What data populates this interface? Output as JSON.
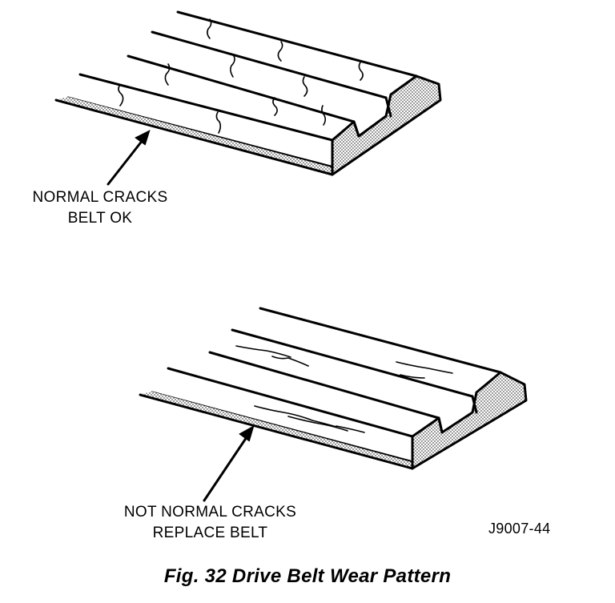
{
  "figure": {
    "top_label_line1": "NORMAL CRACKS",
    "top_label_line2": "BELT OK",
    "bottom_label_line1": "NOT NORMAL CRACKS",
    "bottom_label_line2": "REPLACE BELT",
    "reference_code": "J9007-44",
    "caption": "Fig. 32 Drive Belt Wear Pattern"
  }
}
